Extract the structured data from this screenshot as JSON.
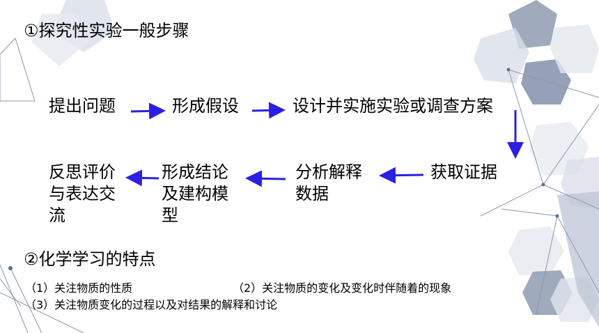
{
  "section1": {
    "heading": "①探究性实验一般步骤",
    "steps": [
      "提出问题",
      "形成假设",
      "设计并实施实验或调查方案",
      "获取证据",
      [
        "分析解释",
        "数据"
      ],
      [
        "形成结论",
        "及建构模",
        "型"
      ],
      [
        "反思评价",
        "与表达交",
        "流"
      ]
    ]
  },
  "section2": {
    "heading": "②化学学习的特点",
    "points": [
      "（1）关注物质的性质",
      "（2）关注物质的变化及变化时伴随着的现象",
      "（3）关注物质变化的过程以及对结果的解释和讨论"
    ]
  },
  "colors": {
    "arrow": "#2a1fe6",
    "hex_dark": "#7d8ba3",
    "hex_light": "#d9dee8",
    "lines": "#8a97ad"
  }
}
